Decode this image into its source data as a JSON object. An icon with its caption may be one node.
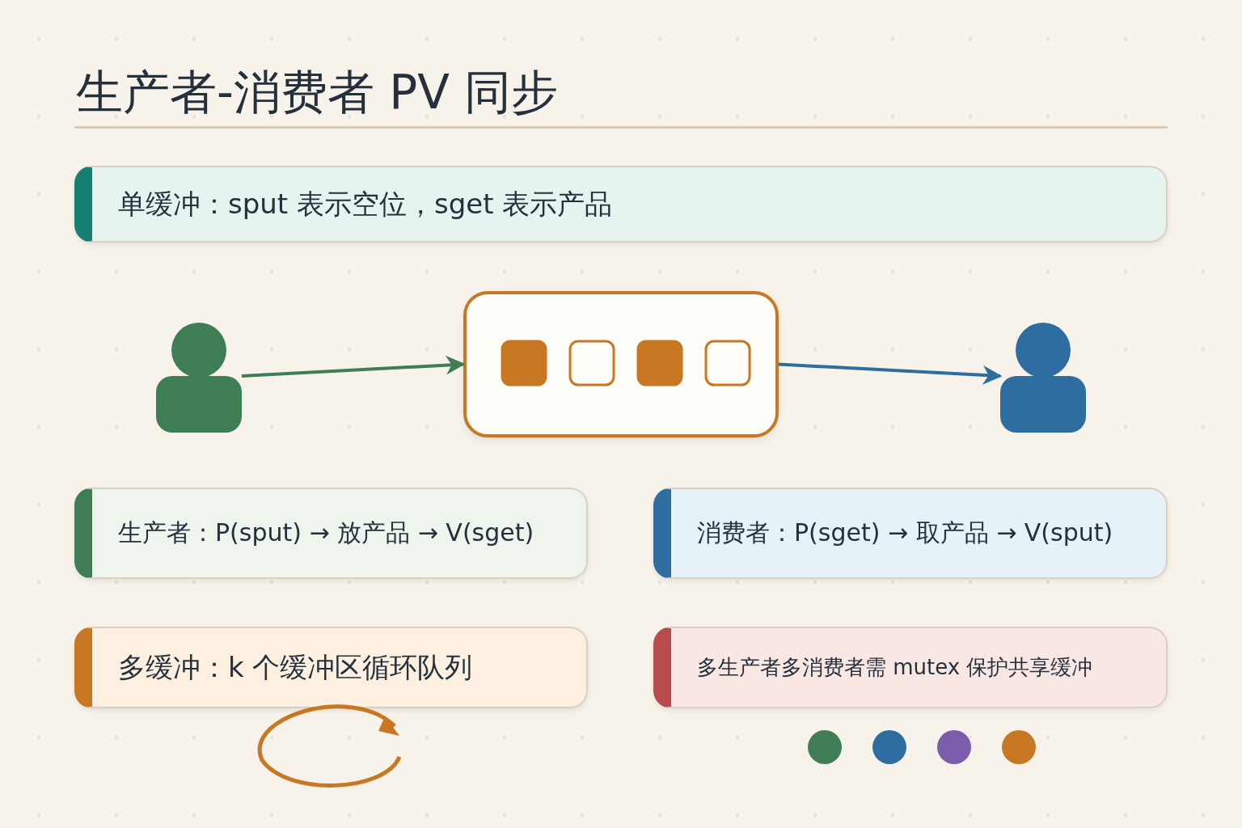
{
  "diagram": {
    "title": "生产者-消费者 PV 同步",
    "nodes": [
      {
        "text": [
          "单缓冲：sput 表示空位，sget 表示产品"
        ]
      },
      {
        "text": [],
        "shape": "person"
      },
      {
        "text": [],
        "shape": "box"
      },
      {
        "text": [],
        "shape": "person"
      },
      {
        "text": [
          "生产者：P(sput) → 放产品 → V(sget)"
        ]
      },
      {
        "text": [
          "消费者：P(sget) → 取产品 → V(sput)"
        ]
      },
      {
        "text": [
          "多缓冲：k 个缓冲区循环队列"
        ]
      },
      {
        "text": [
          "多生产者多消费者需 mutex 保护共享缓冲"
        ]
      }
    ],
    "edges": [
      {
        "from": 1,
        "to": 2,
        "arrow": "to",
        "color": "#3f7d55"
      },
      {
        "from": 2,
        "to": 3,
        "arrow": "to",
        "color": "#2e6da0"
      }
    ]
  }
}
